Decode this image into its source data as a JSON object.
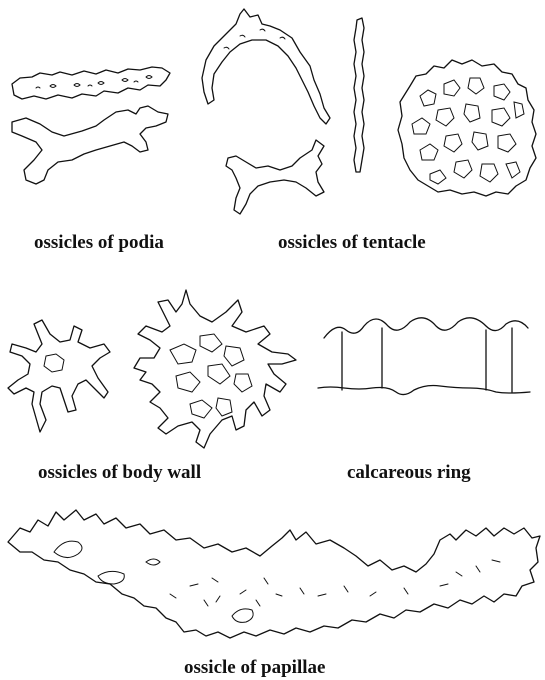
{
  "labels": {
    "podia": "ossicles of podia",
    "tentacle": "ossicles of tentacle",
    "body_wall": "ossicles of body wall",
    "ring": "calcareous ring",
    "papillae": "ossicle of papillae"
  }
}
